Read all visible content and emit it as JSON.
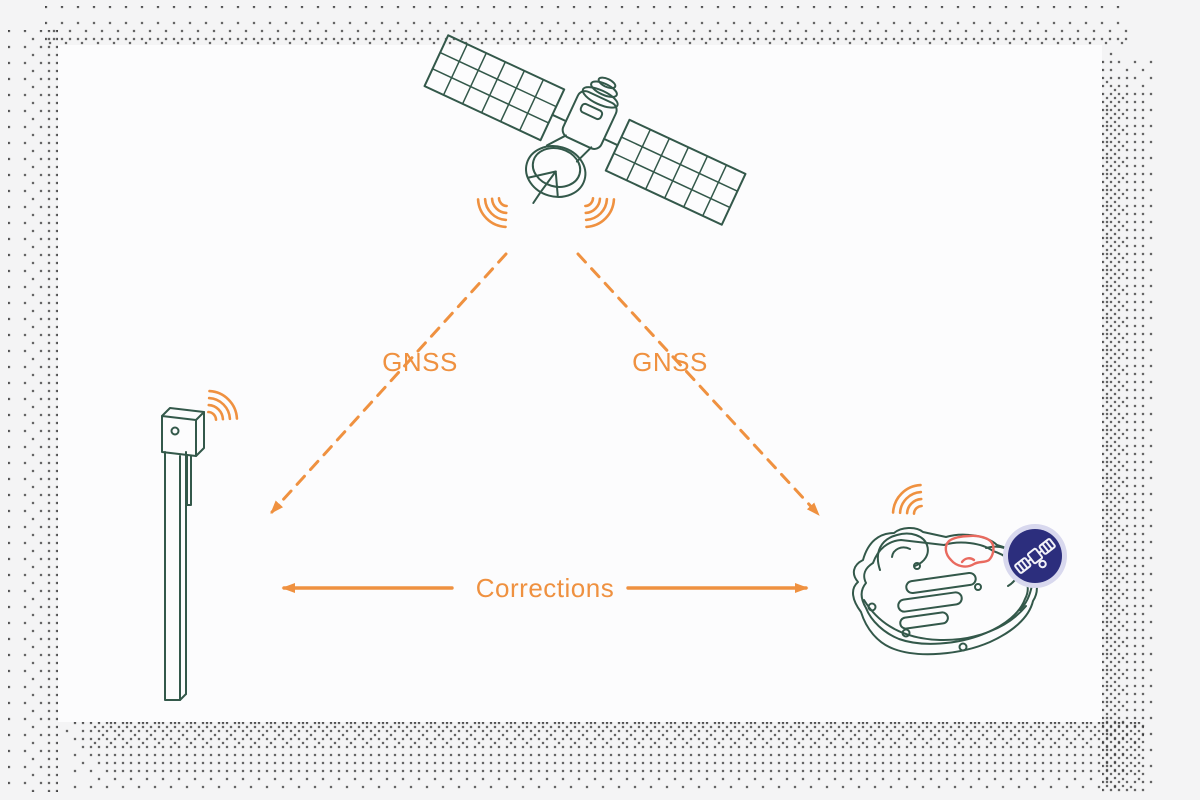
{
  "palette": {
    "background": "#f4f4f5",
    "card": "#fcfcfd",
    "dots": "#3a3a3a",
    "line_green": "#33584a",
    "accent_orange": "#ef9140",
    "badge_navy": "#2c2e7d",
    "badge_halo": "#d8d8ee",
    "cap_red": "#e96a5f",
    "glyph_white": "#f2f2f8"
  },
  "labels": {
    "gnss_left": "GNSS",
    "gnss_right": "GNSS",
    "corrections": "Corrections"
  },
  "icons": {
    "satellite": "gnss-satellite-icon",
    "signal_waves": "signal-waves-icon",
    "reference_station": "reference-station-icon",
    "mower": "robotic-mower-icon",
    "badge": "satellite-badge-icon"
  }
}
